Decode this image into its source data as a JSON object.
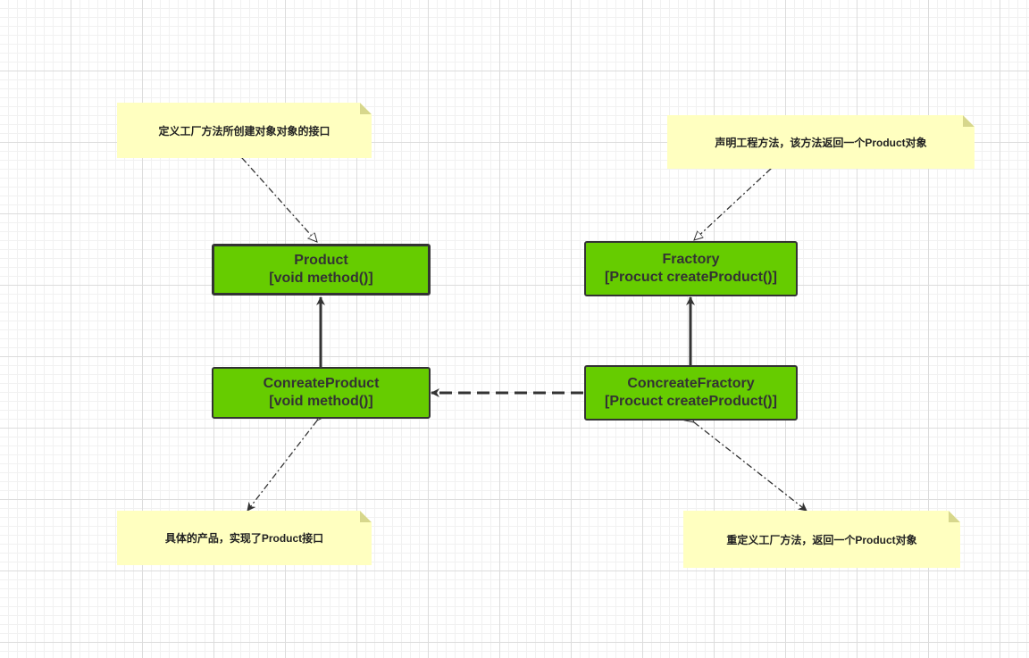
{
  "diagram": {
    "classes": {
      "product": {
        "name": "Product",
        "method": "[void method()]"
      },
      "factory": {
        "name": "Fractory",
        "method": "[Procuct createProduct()]"
      },
      "concrete_product": {
        "name": "ConreateProduct",
        "method": "[void method()]"
      },
      "concrete_factory": {
        "name": "ConcreateFractory",
        "method": "[Procuct createProduct()]"
      }
    },
    "notes": {
      "product": "定义工厂方法所创建对象对象的接口",
      "factory": "声明工程方法，该方法返回一个Product对象",
      "concrete_product": "具体的产品，实现了Product接口",
      "concrete_factory": "重定义工厂方法，返回一个Product对象"
    }
  },
  "colors": {
    "class_fill": "#66cc00",
    "class_border": "#333333",
    "note_fill": "#ffffc0",
    "connector": "#333333"
  }
}
